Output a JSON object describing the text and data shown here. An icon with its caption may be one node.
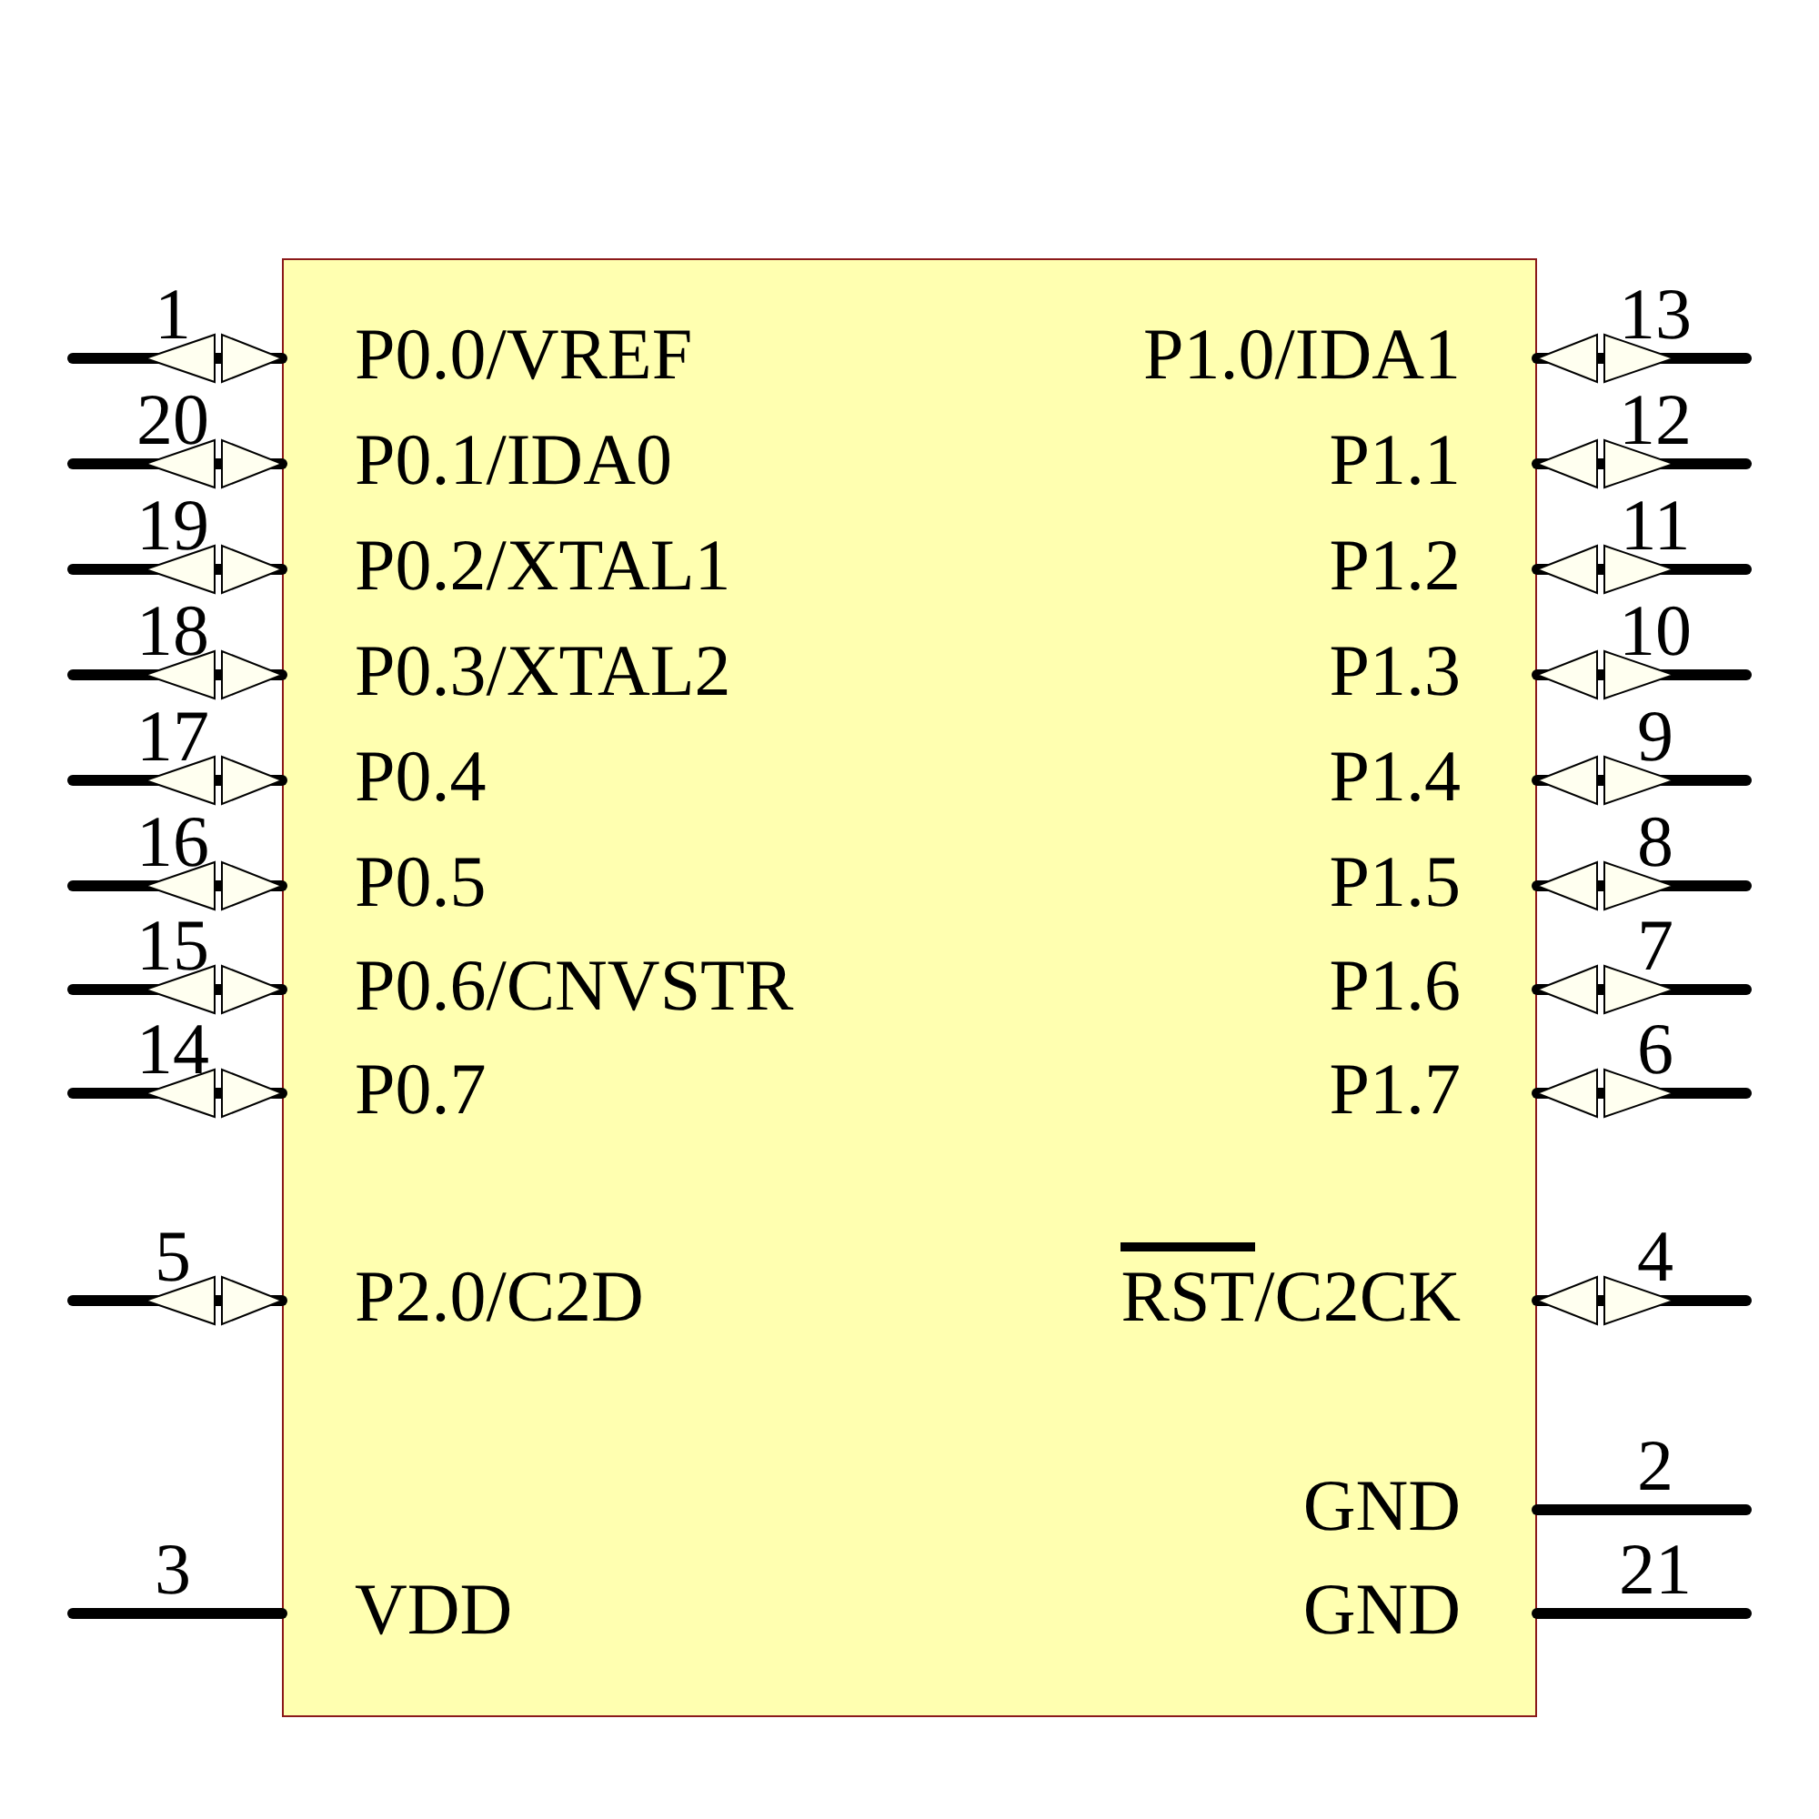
{
  "diagram": {
    "nodes": [
      {
        "text": [],
        "shape": "box"
      }
    ],
    "labels": [
      "1",
      "P0.0/VREF",
      "P1.0/IDA1",
      "13",
      "20",
      "P0.1/IDA0",
      "P1.1",
      "12",
      "19",
      "P0.2/XTAL1",
      "P1.2",
      "11",
      "18",
      "P0.3/XTAL2",
      "P1.3",
      "10",
      "17",
      "P0.4",
      "P1.4",
      "9",
      "16",
      "P0.5",
      "P1.5",
      "8",
      "15",
      "P0.6/CNVSTR",
      "P1.6",
      "7",
      "14",
      "P0.7",
      "P1.7",
      "6",
      "5",
      "P2.0/C2D",
      "RST/C2CK",
      "4",
      "GND",
      "2",
      "3",
      "VDD",
      "GND",
      "21"
    ]
  }
}
